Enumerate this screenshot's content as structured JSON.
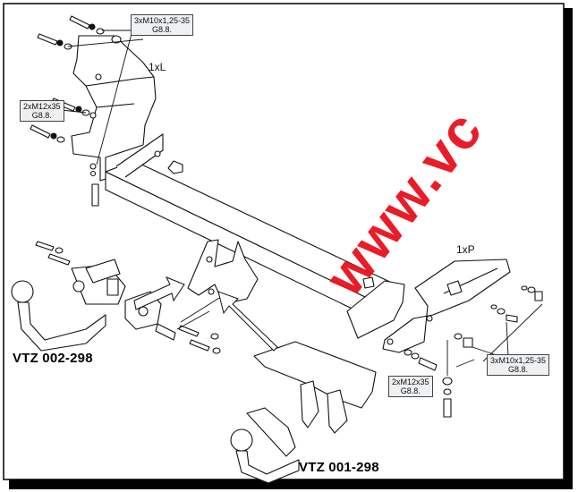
{
  "callouts": {
    "bolts_top_left": {
      "line1": "3xM10x1,25-35",
      "line2": "G8.8."
    },
    "bolts_left": {
      "line1": "2xM12x35",
      "line2": "G8.8."
    },
    "bolts_bottom_mid": {
      "line1": "2xM12x35",
      "line2": "G8.8."
    },
    "bolts_bottom_right": {
      "line1": "3xM10x1,25-35",
      "line2": "G8.8."
    }
  },
  "bracket_labels": {
    "left": "1xL",
    "right": "1xP"
  },
  "models": {
    "detachable": "VTZ 002-298",
    "fixed": "VTZ 001-298"
  },
  "watermark": "www.vc",
  "colors": {
    "line": "#111111",
    "fill": "#ffffff",
    "shadow": "#000000",
    "accent_red": "#e8101c",
    "box_bg": "#eef0f2"
  }
}
